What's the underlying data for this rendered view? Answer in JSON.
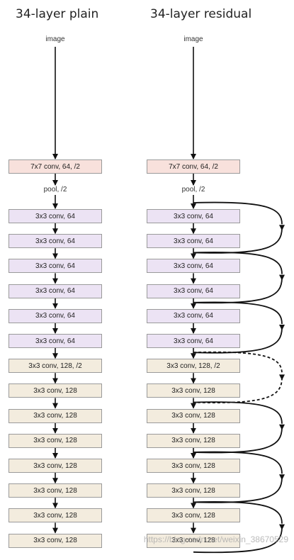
{
  "titles": {
    "plain": "34-layer plain",
    "residual": "34-layer residual"
  },
  "image_label": "image",
  "pool_label": "pool, /2",
  "layers": [
    {
      "label": "7x7 conv, 64, /2",
      "fill": "#f8e1dc"
    },
    {
      "label": "3x3 conv, 64",
      "fill": "#ece3f4"
    },
    {
      "label": "3x3 conv, 64",
      "fill": "#ece3f4"
    },
    {
      "label": "3x3 conv, 64",
      "fill": "#ece3f4"
    },
    {
      "label": "3x3 conv, 64",
      "fill": "#ece3f4"
    },
    {
      "label": "3x3 conv, 64",
      "fill": "#ece3f4"
    },
    {
      "label": "3x3 conv, 64",
      "fill": "#ece3f4"
    },
    {
      "label": "3x3 conv, 128, /2",
      "fill": "#f3ecde"
    },
    {
      "label": "3x3 conv, 128",
      "fill": "#f3ecde"
    },
    {
      "label": "3x3 conv, 128",
      "fill": "#f3ecde"
    },
    {
      "label": "3x3 conv, 128",
      "fill": "#f3ecde"
    },
    {
      "label": "3x3 conv, 128",
      "fill": "#f3ecde"
    },
    {
      "label": "3x3 conv, 128",
      "fill": "#f3ecde"
    },
    {
      "label": "3x3 conv, 128",
      "fill": "#f3ecde"
    },
    {
      "label": "3x3 conv, 128",
      "fill": "#f3ecde"
    }
  ],
  "shortcuts": [
    {
      "from_layer": 1,
      "to_layer": 3,
      "style": "solid"
    },
    {
      "from_layer": 3,
      "to_layer": 5,
      "style": "solid"
    },
    {
      "from_layer": 5,
      "to_layer": 7,
      "style": "solid"
    },
    {
      "from_layer": 7,
      "to_layer": 9,
      "style": "dashed"
    },
    {
      "from_layer": 9,
      "to_layer": 11,
      "style": "solid"
    },
    {
      "from_layer": 11,
      "to_layer": 13,
      "style": "solid"
    },
    {
      "from_layer": 13,
      "to_layer": 15,
      "style": "solid"
    }
  ],
  "watermark": "https://blog.csdn.net/weixin_38670529"
}
